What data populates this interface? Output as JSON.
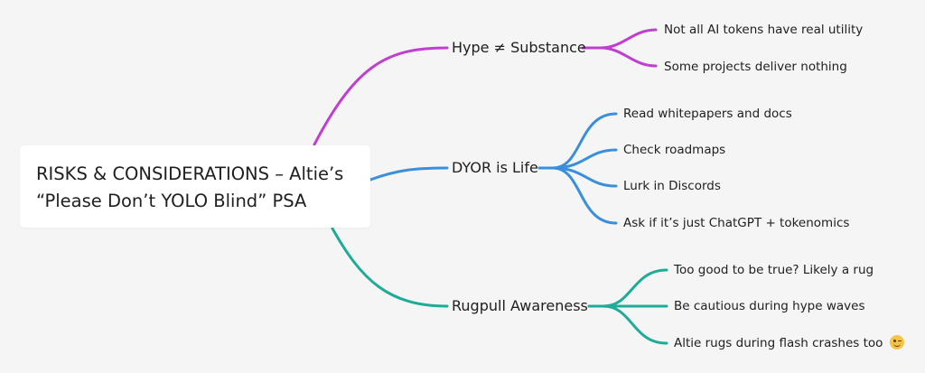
{
  "root": {
    "line1": "RISKS & CONSIDERATIONS – Altie’s",
    "line2": "“Please Don’t YOLO Blind” PSA"
  },
  "branches": [
    {
      "label": "Hype ≠ Substance",
      "color": "#c03fd0",
      "children": [
        "Not all AI tokens have real utility",
        "Some projects deliver nothing"
      ]
    },
    {
      "label": "DYOR is Life",
      "color": "#3a8fdc",
      "children": [
        "Read whitepapers and docs",
        "Check roadmaps",
        "Lurk in Discords",
        "Ask if it’s just ChatGPT + tokenomics"
      ]
    },
    {
      "label": "Rugpull Awareness",
      "color": "#1fab97",
      "children": [
        "Too good to be true? Likely a rug",
        "Be cautious during hype waves",
        "Altie rugs during flash crashes too"
      ]
    }
  ],
  "icons": {
    "last_leaf_emoji": "winking-face-icon"
  }
}
